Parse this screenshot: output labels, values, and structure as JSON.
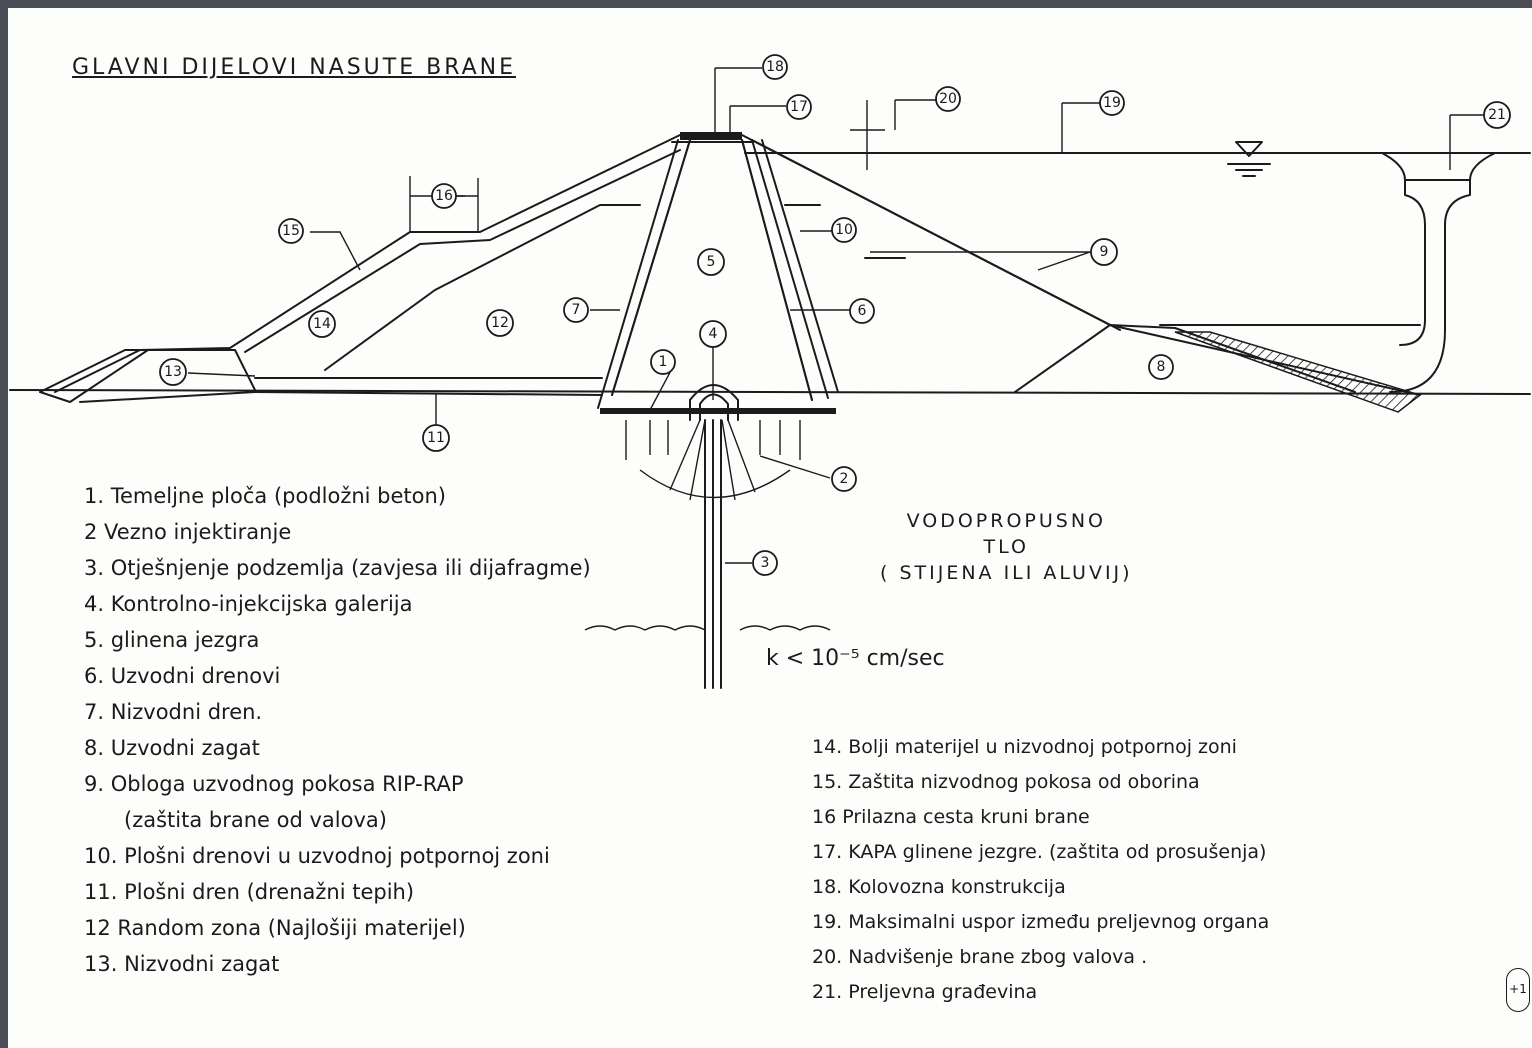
{
  "title": "GLAVNI DIJELOVI NASUTE BRANE",
  "callouts": [
    "1",
    "2",
    "3",
    "4",
    "5",
    "6",
    "7",
    "8",
    "9",
    "10",
    "11",
    "12",
    "13",
    "14",
    "15",
    "16",
    "17",
    "18",
    "19",
    "20",
    "21"
  ],
  "legend_left": [
    "1. Temeljne ploča (podložni beton)",
    "2 Vezno injektiranje",
    "3. Otješnjenje podzemlja (zavjesa ili dijafragme)",
    "4. Kontrolno-injekcijska galerija",
    "5. glinena jezgra",
    "6. Uzvodni drenovi",
    "7. Nizvodni dren.",
    "8. Uzvodni zagat",
    "9. Obloga uzvodnog pokosa RIP-RAP",
    "(zaštita brane od valova)",
    "10. Plošni drenovi u uzvodnoj potpornoj zoni",
    "11. Plošni dren (drenažni tepih)",
    "12 Random zona (Najlošiji materijel)",
    "13. Nizvodni zagat"
  ],
  "legend_right": [
    "14. Bolji materijel u nizvodnoj potpornoj zoni",
    "15. Zaštita nizvodnog pokosa od oborina",
    "16 Prilazna cesta kruni brane",
    "17. KAPA glinene jezgre. (zaštita od prosušenja)",
    "18. Kolovozna konstrukcija",
    "19. Maksimalni uspor između preljevnog organa",
    "20. Nadvišenje brane zbog valova .",
    "21. Preljevna građevina"
  ],
  "soil_note": [
    "VODOPROPUSNO",
    "TLO",
    "( STIJENA ILI ALUVIJ)"
  ],
  "permeability": "k < 10⁻⁵ cm/sec",
  "page_stamp": "+1"
}
